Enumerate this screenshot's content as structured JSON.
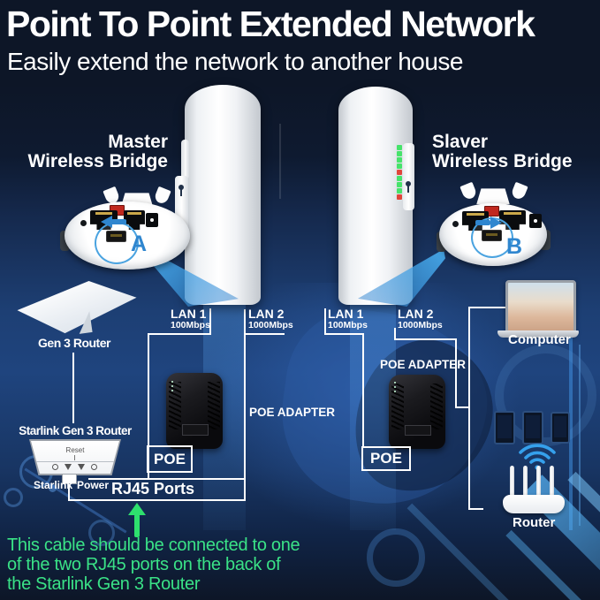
{
  "header": {
    "title": "Point To Point Extended Network",
    "subtitle": "Easily extend the network to another house"
  },
  "master_bridge": {
    "name_line1": "Master",
    "name_line2": "Wireless Bridge",
    "port_view_label": "A"
  },
  "slaver_bridge": {
    "name_line1": "Slaver",
    "name_line2": "Wireless Bridge",
    "port_view_label": "B"
  },
  "lan_ports": {
    "master": [
      {
        "label": "LAN 1",
        "speed": "100Mbps"
      },
      {
        "label": "LAN 2",
        "speed": "1000Mbps"
      }
    ],
    "slaver": [
      {
        "label": "LAN 1",
        "speed": "100Mbps"
      },
      {
        "label": "LAN 2",
        "speed": "1000Mbps"
      }
    ]
  },
  "left_side": {
    "dish_label": "Gen 3 Router",
    "starlink_router": {
      "title": "Starlink Gen 3 Router",
      "reset_label": "Reset",
      "port1_label": "Starlink",
      "port2_label": "Power"
    },
    "rj45_label": "RJ45 Ports",
    "poe_box_label": "POE",
    "poe_adapter_label": "POE ADAPTER"
  },
  "right_side": {
    "computer_label": "Computer",
    "poe_box_label": "POE",
    "poe_adapter_label": "POE ADAPTER",
    "router_label": "Router"
  },
  "note": {
    "line1": "This cable should be connected to one",
    "line2": "of the two RJ45 ports on the back of",
    "line3": "the Starlink Gen 3 Router"
  },
  "leds": {
    "sequence": [
      "green",
      "green",
      "green",
      "green",
      "red",
      "green",
      "green",
      "green",
      "red"
    ]
  },
  "icons": {
    "wifi": "wifi-icon",
    "zoom_left": "magnifier-circle-icon",
    "zoom_right": "magnifier-circle-icon",
    "arrow_left": "blue-arrow-left-icon",
    "arrow_right": "blue-arrow-right-icon",
    "green_arrow": "green-arrow-up-icon"
  },
  "colors": {
    "note_green": "#3ae287",
    "accent_blue": "#2f86cf",
    "beam_blue": "#37a2e8",
    "led_green": "#46e36a",
    "led_red": "#e0453a",
    "background_navy": "#0d1627",
    "panel_blue": "#1e4076",
    "wire_white": "#ffffff"
  }
}
